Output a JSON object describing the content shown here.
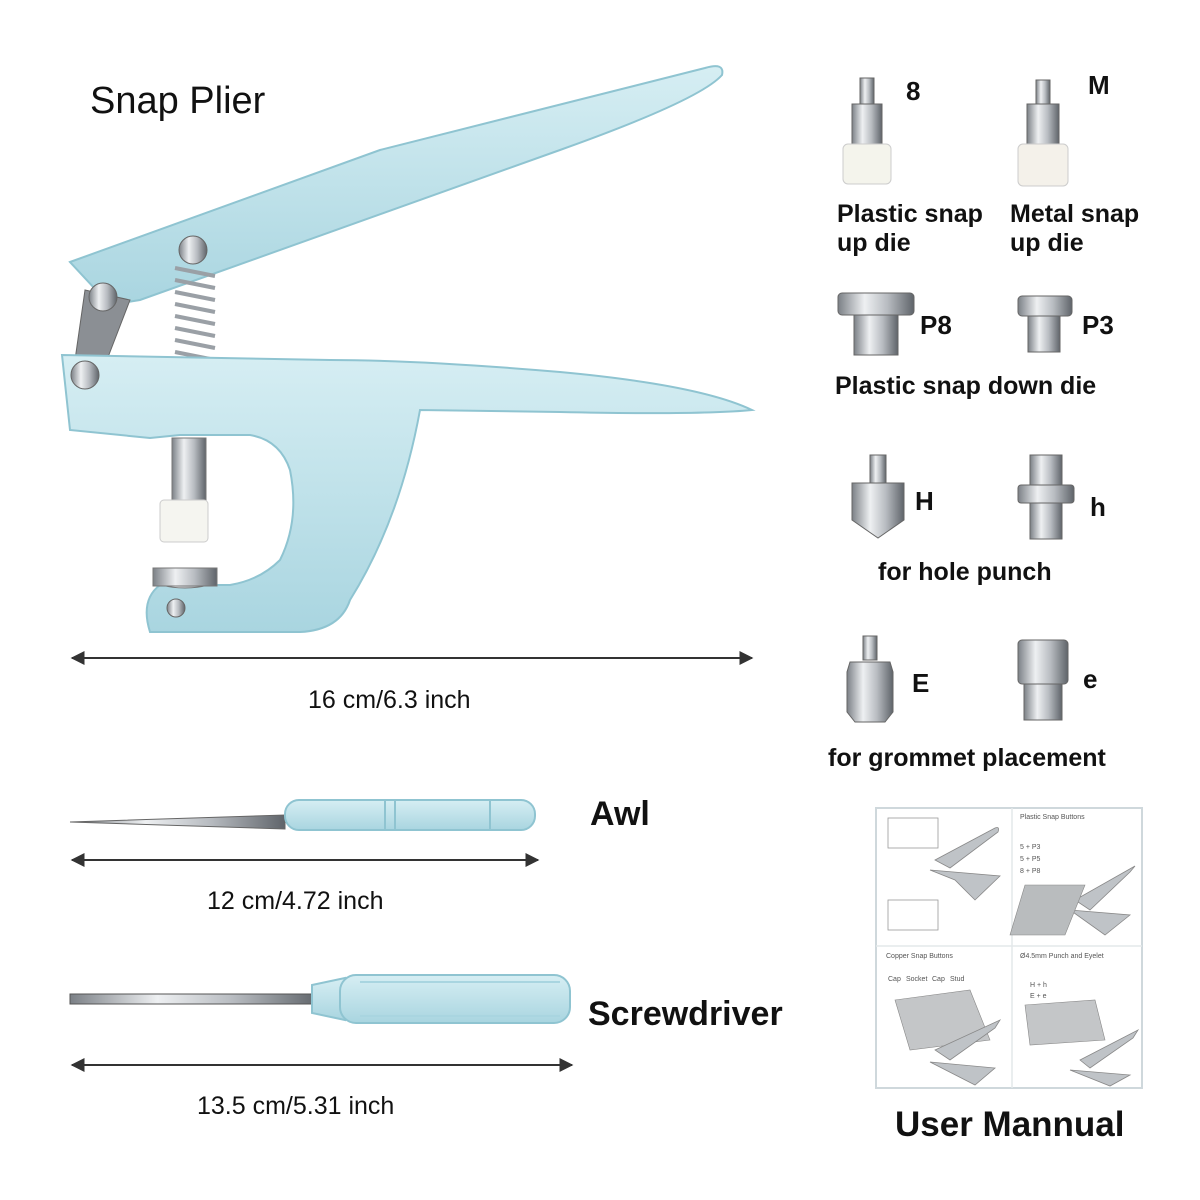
{
  "plier": {
    "title": "Snap Plier",
    "dimension": "16 cm/6.3 inch"
  },
  "awl": {
    "label": "Awl",
    "dimension": "12 cm/4.72 inch"
  },
  "screwdriver": {
    "label": "Screwdriver",
    "dimension": "13.5 cm/5.31 inch"
  },
  "dies": {
    "up_plastic": {
      "code": "8",
      "label_line1": "Plastic snap",
      "label_line2": "up die"
    },
    "up_metal": {
      "code": "M",
      "label_line1": "Metal snap",
      "label_line2": "up die"
    },
    "down_p8": {
      "code": "P8"
    },
    "down_p3": {
      "code": "P3"
    },
    "down_caption": "Plastic snap down die",
    "punch_H": {
      "code": "H"
    },
    "punch_h": {
      "code": "h"
    },
    "punch_caption": "for hole punch",
    "grommet_E": {
      "code": "E"
    },
    "grommet_e": {
      "code": "e"
    },
    "grommet_caption": "for grommet placement"
  },
  "manual": {
    "label": "User Mannual",
    "panel_plastic_title": "Plastic Snap Buttons",
    "panel_plastic_rows": [
      "5 + P3",
      "5 + P5",
      "8 + P8"
    ],
    "panel_copper_title": "Copper Snap Buttons",
    "panel_copper_parts": [
      "Cap",
      "Socket",
      "Cap",
      "Stud"
    ],
    "panel_punch_title": "Ø4.5mm Punch and Eyelet",
    "panel_punch_rows": [
      "H + h",
      "E + e"
    ]
  },
  "colors": {
    "tool_blue": "#bfe2ea",
    "tool_blue_dark": "#8fc4d1",
    "steel": "#c8ccd0",
    "arrow": "#333333"
  }
}
